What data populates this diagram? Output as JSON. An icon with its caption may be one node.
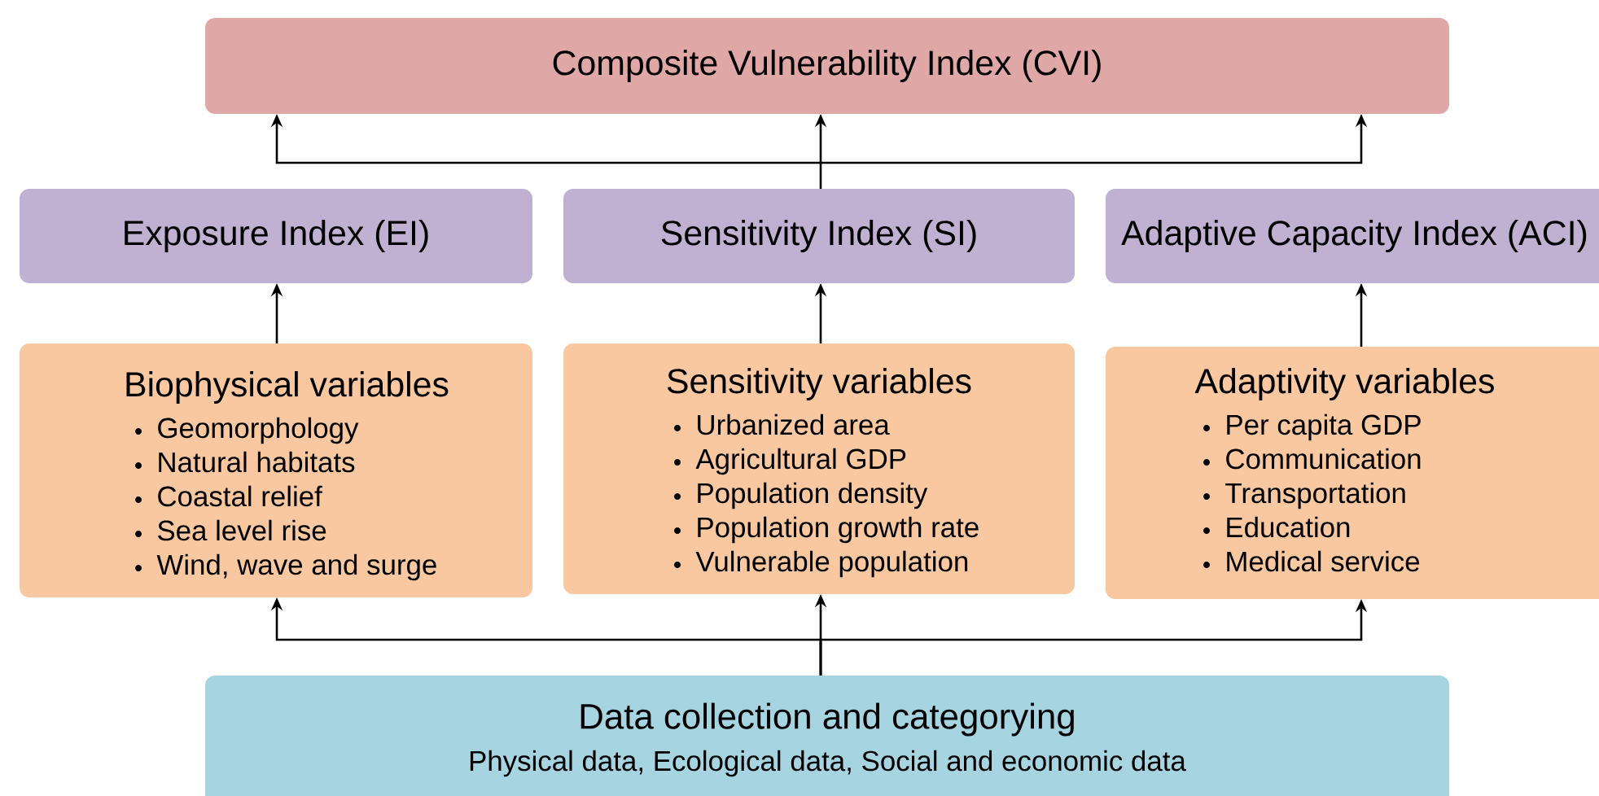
{
  "diagram": {
    "nodes": [
      {
        "text": [
          "Composite Vulnerability Index (CVI)"
        ]
      },
      {
        "text": [
          "Exposure Index (EI)"
        ]
      },
      {
        "text": [
          "Sensitivity Index (SI)"
        ]
      },
      {
        "text": [
          "Adaptive Capacity Index (ACI)"
        ]
      },
      {
        "text": [
          "Biophysical variables",
          "Geomorphology",
          "Natural habitats",
          "Coastal relief",
          "Sea level rise",
          "Wind, wave and surge"
        ]
      },
      {
        "text": [
          "Sensitivity variables",
          "Urbanized area",
          "Agricultural GDP",
          "Population density",
          "Population growth rate",
          "Vulnerable population"
        ]
      },
      {
        "text": [
          "Adaptivity variables",
          "Per capita GDP",
          "Communication",
          "Transportation",
          "Education",
          "Medical service"
        ]
      },
      {
        "text": [
          "Data collection and categorying",
          "Physical data, Ecological data, Social and economic data"
        ]
      }
    ],
    "edges": [
      {
        "from": 2,
        "to": 0,
        "arrow": "to"
      },
      {
        "from": 4,
        "to": 1,
        "arrow": "to"
      },
      {
        "from": 5,
        "to": 2,
        "arrow": "to"
      },
      {
        "from": 6,
        "to": 3,
        "arrow": "to"
      },
      {
        "from": 7,
        "to": 4,
        "arrow": "to"
      },
      {
        "from": 7,
        "to": 5,
        "arrow": "to"
      },
      {
        "from": 7,
        "to": 6,
        "arrow": "to"
      }
    ]
  }
}
